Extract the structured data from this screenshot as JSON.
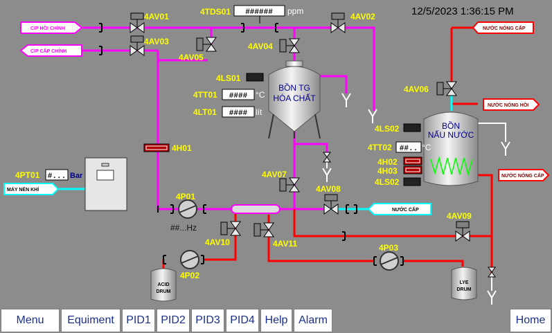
{
  "header": {
    "datetime": "12/5/2023 1:36:15 PM"
  },
  "tags": {
    "tds": {
      "name": "4TDS01",
      "value": "######",
      "unit": "ppm"
    },
    "tt01": {
      "name": "4TT01",
      "value": "####",
      "unit": "°C"
    },
    "lt01": {
      "name": "4LT01",
      "value": "####",
      "unit": "lít"
    },
    "tt02": {
      "name": "4TT02",
      "value": "##..",
      "unit": "°C"
    },
    "pt01": {
      "name": "4PT01",
      "value": "#...",
      "unit": "Bar"
    },
    "p01_freq": "##...Hz"
  },
  "valves": {
    "av01": "4AV01",
    "av02": "4AV02",
    "av03": "4AV03",
    "av04": "4AV04",
    "av05": "4AV05",
    "av06": "4AV06",
    "av07": "4AV07",
    "av08": "4AV08",
    "av09": "4AV09",
    "av10": "4AV10",
    "av11": "4AV11"
  },
  "pumps": {
    "p01": "4P01",
    "p02": "4P02",
    "p03": "4P03"
  },
  "heaters": {
    "h01": "4H01",
    "h02": "4H02",
    "h03": "4H03"
  },
  "sensors": {
    "ls01": "4LS01",
    "ls02a": "4LS02",
    "ls02b": "4LS02"
  },
  "tanks": {
    "chem_line1": "BỒN TG",
    "chem_line2": "HÓA CHẤT",
    "hot_line1": "BỒN",
    "hot_line2": "NẤU NƯỚC"
  },
  "drums": {
    "acid_line1": "ACID",
    "acid_line2": "DRUM",
    "lye_line1": "LYE",
    "lye_line2": "DRUM"
  },
  "pipe_tags": {
    "cip_return": "CIP HỒI CHÍNH",
    "cip_supply": "CIP CẤP CHÍNH",
    "hot_supply_top": "NƯỚC NÓNG CẤP",
    "hot_return": "NƯỚC NÓNG HỒI",
    "hot_supply_right": "NƯỚC NÓNG CẤP",
    "water_supply": "NƯỚC CẤP",
    "compressor": "MÁY NÉN KHÍ"
  },
  "colors": {
    "cip": "#ff00ff",
    "hot": "#ff0000",
    "water": "#00ffff",
    "compressor": "#00ffff"
  },
  "nav": [
    "Menu",
    "Equiment",
    "PID1",
    "PID2",
    "PID3",
    "PID4",
    "Help",
    "Alarm",
    "Home"
  ]
}
